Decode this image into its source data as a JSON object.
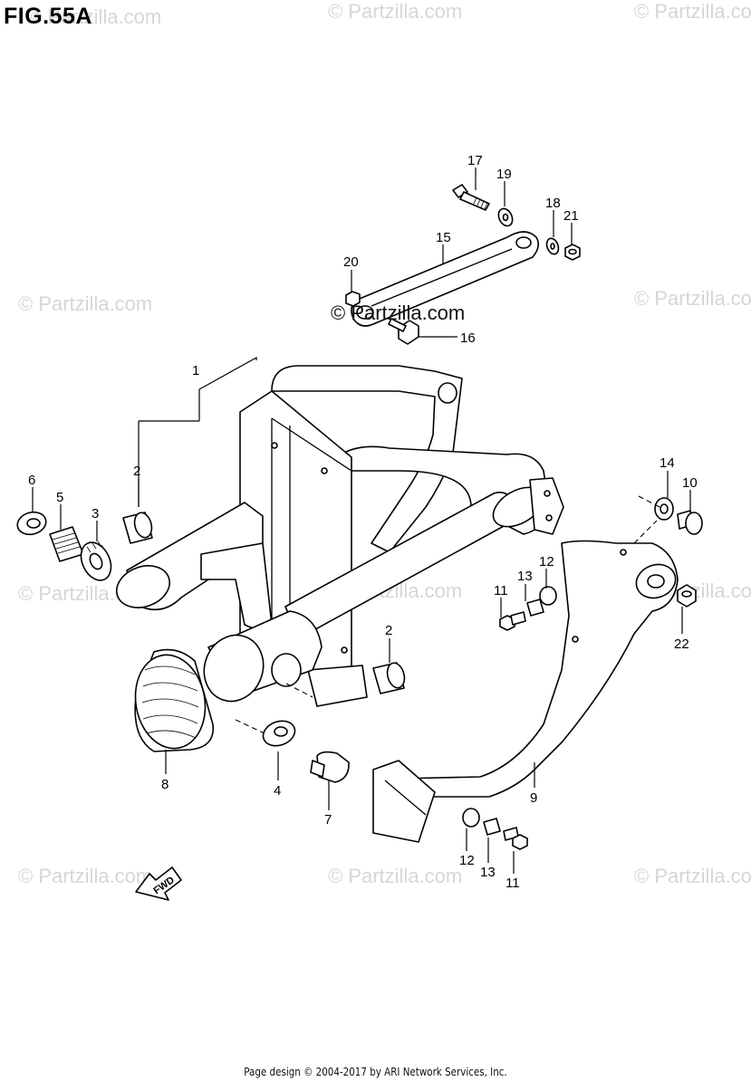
{
  "figure": {
    "title": "FIG.55A",
    "footer": "Page design © 2004-2017 by ARI Network Services, Inc.",
    "watermark": "© Partzilla.com",
    "fwd_label": "FWD"
  },
  "callouts": [
    {
      "id": "c1",
      "number": "1"
    },
    {
      "id": "c2a",
      "number": "2"
    },
    {
      "id": "c2b",
      "number": "2"
    },
    {
      "id": "c3",
      "number": "3"
    },
    {
      "id": "c4",
      "number": "4"
    },
    {
      "id": "c5",
      "number": "5"
    },
    {
      "id": "c6",
      "number": "6"
    },
    {
      "id": "c7",
      "number": "7"
    },
    {
      "id": "c8",
      "number": "8"
    },
    {
      "id": "c9",
      "number": "9"
    },
    {
      "id": "c10",
      "number": "10"
    },
    {
      "id": "c11a",
      "number": "11"
    },
    {
      "id": "c11b",
      "number": "11"
    },
    {
      "id": "c12a",
      "number": "12"
    },
    {
      "id": "c12b",
      "number": "12"
    },
    {
      "id": "c13a",
      "number": "13"
    },
    {
      "id": "c13b",
      "number": "13"
    },
    {
      "id": "c14",
      "number": "14"
    },
    {
      "id": "c15",
      "number": "15"
    },
    {
      "id": "c16",
      "number": "16"
    },
    {
      "id": "c17",
      "number": "17"
    },
    {
      "id": "c18",
      "number": "18"
    },
    {
      "id": "c19",
      "number": "19"
    },
    {
      "id": "c20",
      "number": "20"
    },
    {
      "id": "c21",
      "number": "21"
    },
    {
      "id": "c22",
      "number": "22"
    }
  ]
}
